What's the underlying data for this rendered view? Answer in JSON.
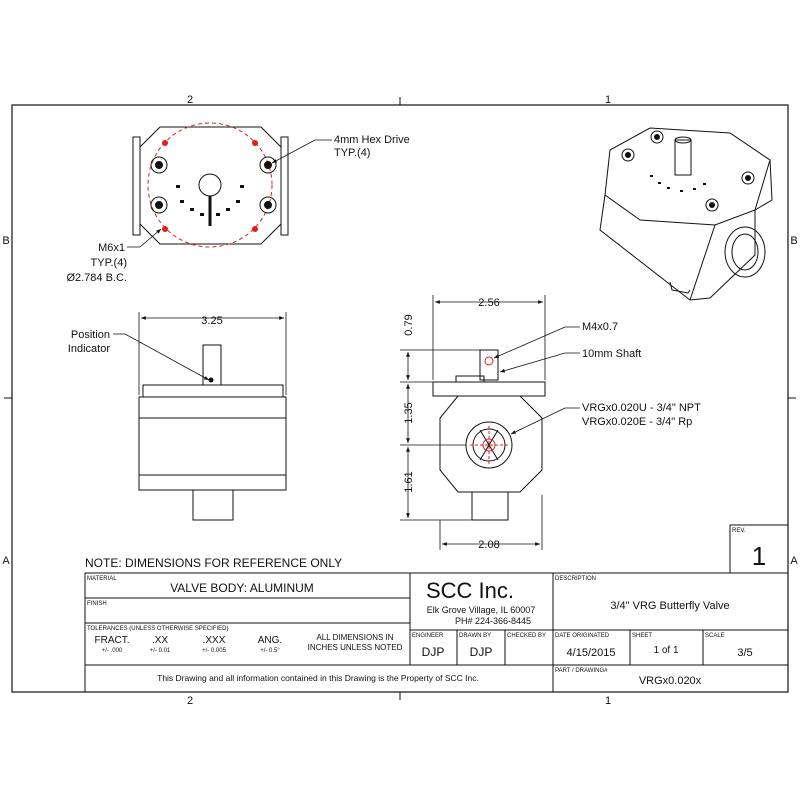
{
  "zones": {
    "top_left": "2",
    "top_right": "1",
    "bottom_left": "2",
    "bottom_right": "1",
    "left_b": "B",
    "left_a": "A",
    "right_b": "B",
    "right_a": "A"
  },
  "callouts": {
    "hex_drive": "4mm Hex Drive",
    "hex_drive_typ": "TYP.(4)",
    "m6": "M6x1",
    "m6_typ": "TYP.(4)",
    "bc": "Ø2.784 B.C.",
    "position": "Position",
    "indicator": "Indicator",
    "m4": "M4x0.7",
    "shaft": "10mm Shaft",
    "npt": "VRGx0.020U - 3/4\" NPT",
    "rp": "VRGx0.020E - 3/4\" Rp"
  },
  "dimensions": {
    "d325": "3.25",
    "d256": "2.56",
    "d079": "0.79",
    "d135": "1.35",
    "d161": "1.61",
    "d208": "2.08"
  },
  "note": "NOTE:  DIMENSIONS FOR REFERENCE ONLY",
  "title_block": {
    "rev_label": "REV.",
    "rev": "1",
    "material_label": "MATERIAL",
    "material": "VALVE BODY:  ALUMINUM",
    "finish_label": "FINISH",
    "tolerances_label": "TOLERANCES (UNLESS OTHERWISE SPECIFIED)",
    "tol": [
      {
        "head": "FRACT.",
        "val": "+/- .000"
      },
      {
        "head": ".XX",
        "val": "+/- 0.01"
      },
      {
        "head": ".XXX",
        "val": "+/- 0.005"
      },
      {
        "head": "ANG.",
        "val": "+/- 0.5°"
      }
    ],
    "all_dims_1": "ALL DIMENSIONS IN",
    "all_dims_2": "INCHES UNLESS NOTED",
    "company": "SCC Inc.",
    "address": "Elk Grove Village, IL 60007",
    "phone": "PH# 224-366-8445",
    "description_label": "DESCRIPTION",
    "description": "3/4\" VRG Butterfly Valve",
    "engineer_label": "ENGINEER",
    "engineer": "DJP",
    "drawn_label": "DRAWN BY",
    "drawn": "DJP",
    "checked_label": "CHECKED BY",
    "date_label": "DATE ORIGINATED",
    "date": "4/15/2015",
    "sheet_label": "SHEET",
    "sheet": "1 of 1",
    "scale_label": "SCALE",
    "scale": "3/5",
    "part_label": "PART / DRAWING#",
    "part": "VRGx0.020x",
    "property": "This Drawing and all information contained in this Drawing is the Property of SCC Inc."
  }
}
